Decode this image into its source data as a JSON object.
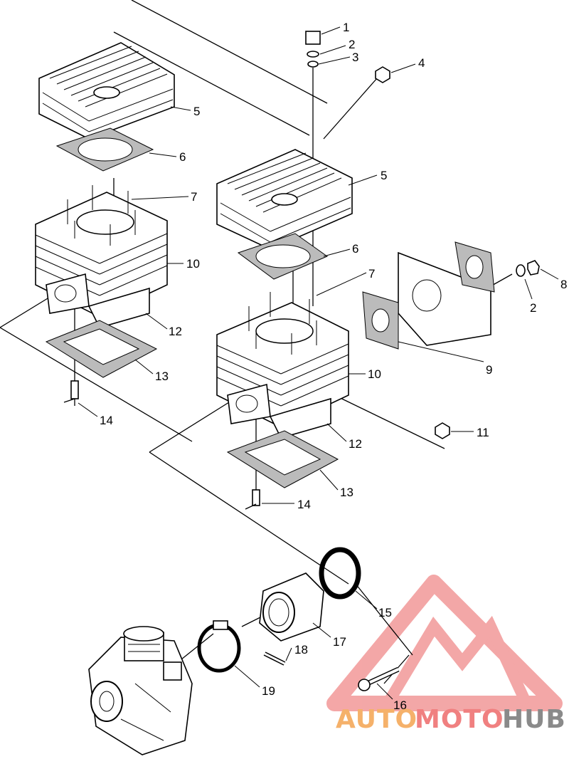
{
  "diagram": {
    "callouts": [
      "1",
      "2",
      "3",
      "4",
      "5",
      "6",
      "7",
      "10",
      "12",
      "13",
      "14",
      "5",
      "6",
      "7",
      "10",
      "12",
      "13",
      "14",
      "8",
      "2",
      "9",
      "11",
      "15",
      "17",
      "18",
      "19",
      "16"
    ]
  },
  "watermark": {
    "word1": "AUTO",
    "word2": "MOTO",
    "word3": "HUB",
    "colors": {
      "auto": "#f5b16a",
      "moto": "#f08080",
      "hub": "#8a8a8a",
      "logo": "#f08a8a"
    }
  }
}
